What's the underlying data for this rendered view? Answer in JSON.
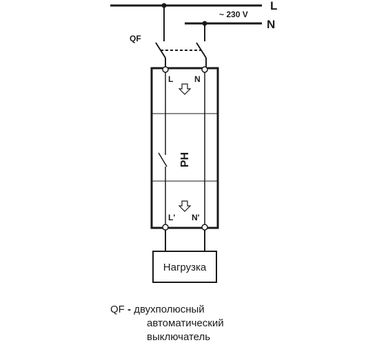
{
  "lines": {
    "phase": "L",
    "neutral": "N",
    "voltage": "~ 230 V"
  },
  "breaker": {
    "label": "QF"
  },
  "relay": {
    "name": "РН",
    "input_l": "L",
    "input_n": "N",
    "output_l": "L'",
    "output_n": "N'"
  },
  "load": {
    "label": "Нагрузка"
  },
  "legend": {
    "key": "QF",
    "dash": "-",
    "line1": "двухполюсный",
    "line2": "автоматический",
    "line3": "выключатель"
  }
}
